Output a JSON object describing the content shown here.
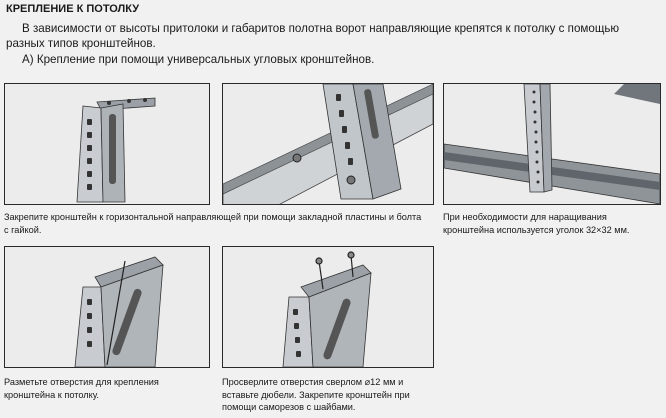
{
  "heading": "КРЕПЛЕНИЕ К ПОТОЛКУ",
  "intro": "В зависимости от высоты притолоки и габаритов полотна ворот направляющие крепятся к потолку с помощью разных типов кронштейнов.",
  "subheading": "А) Крепление при помощи универсальных угловых кронштейнов.",
  "figures": [
    {
      "caption": "Закрепите кронштейн к горизонтальной направляющей при помощи закладной пластины и болта с гайкой."
    },
    {
      "caption": "При необходимости для наращивания кронштейна используется уголок 32×32 мм."
    },
    {
      "caption": "Разметьте отверстия для крепления кронштейна к потолку."
    },
    {
      "caption": "Просверлите отверстия сверлом ⌀12 мм и вставьте дюбели. Закрепите кронштейн при помощи саморезов с шайбами."
    }
  ]
}
